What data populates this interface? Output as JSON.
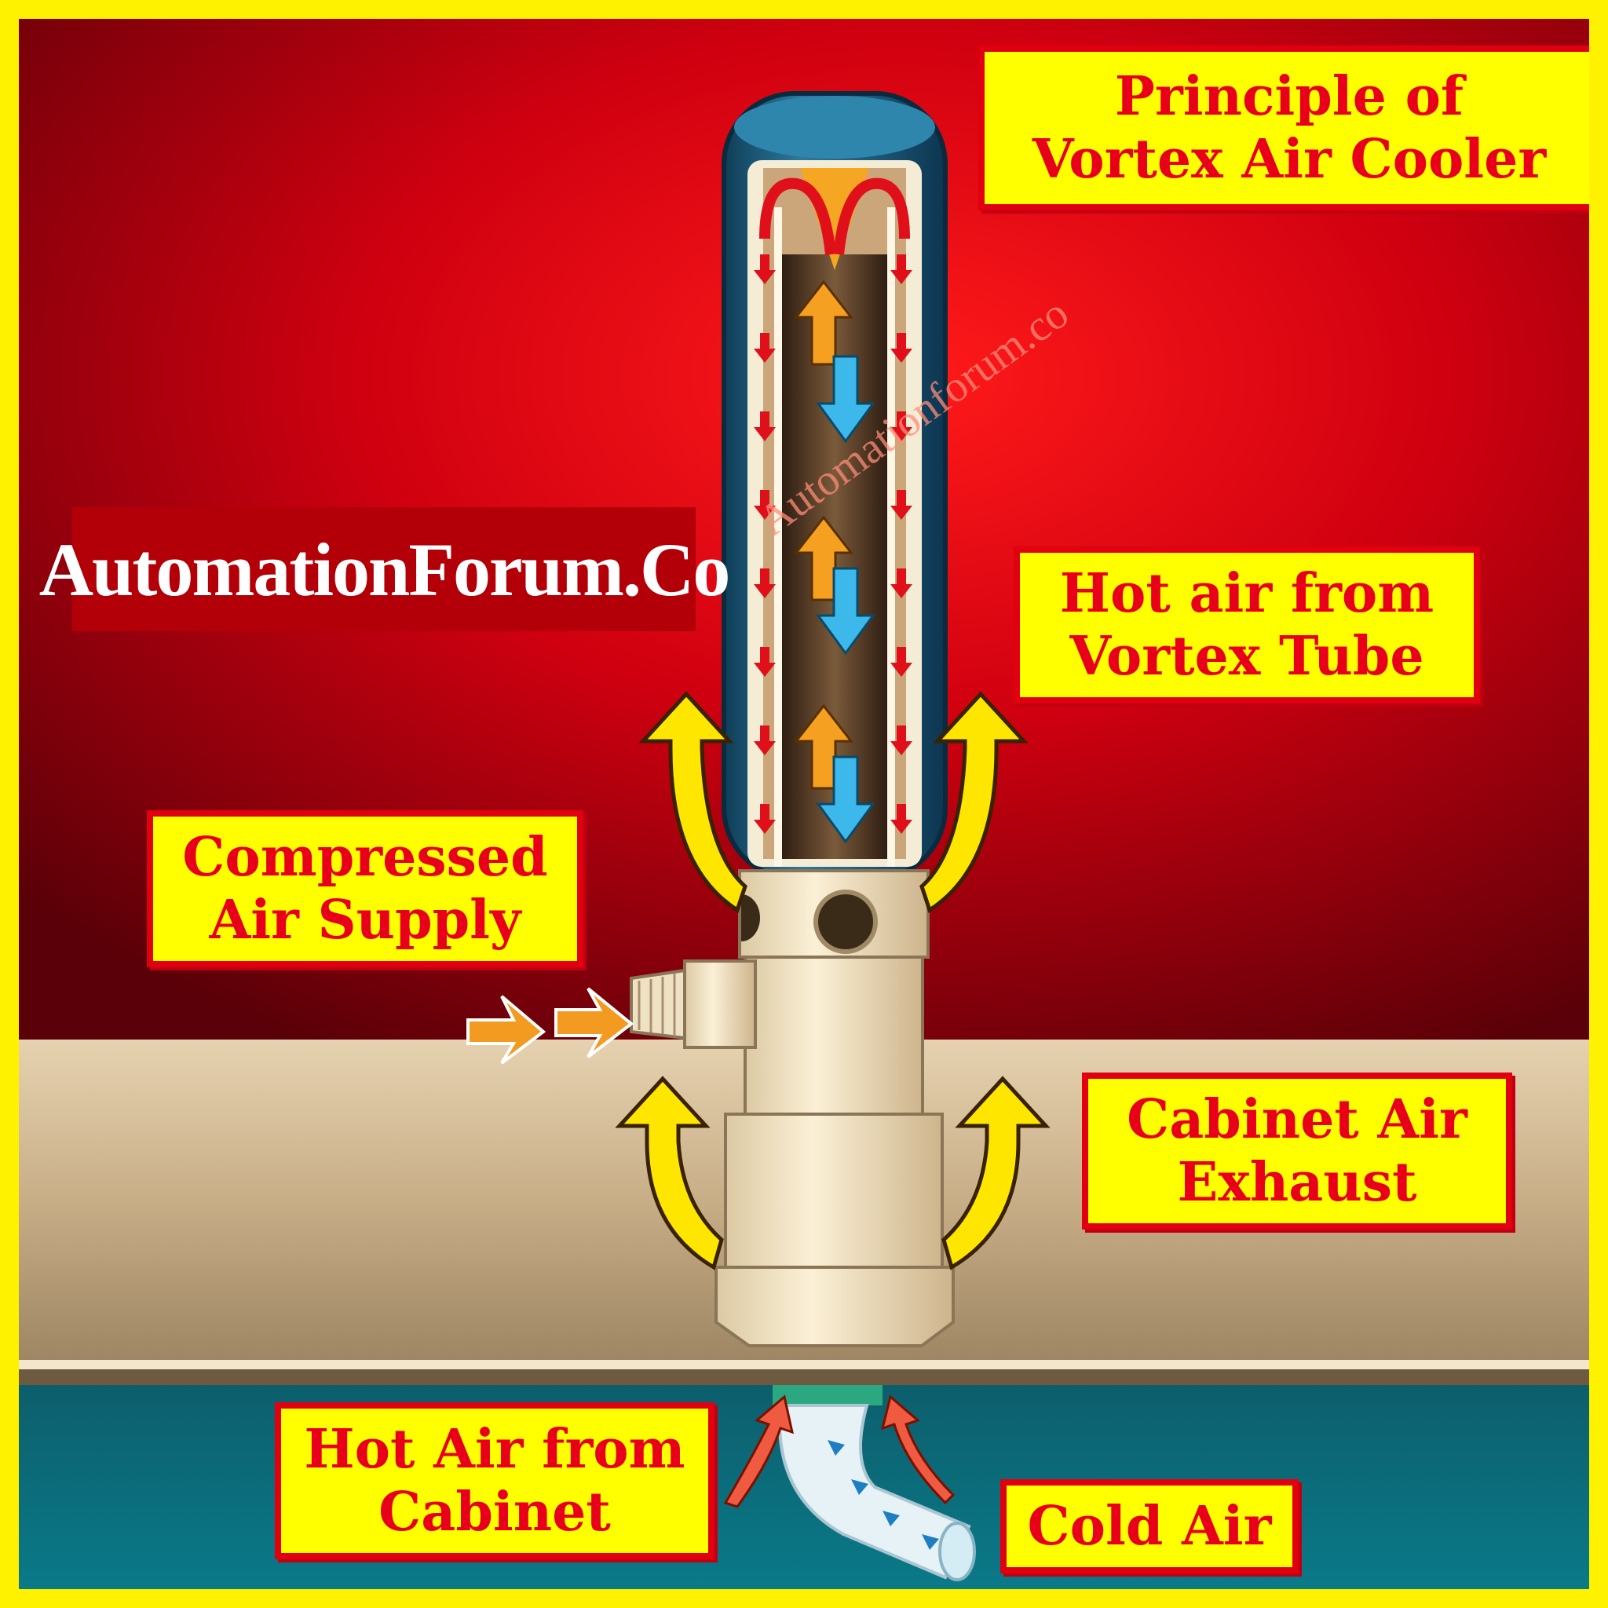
{
  "title": {
    "line1": "Principle of",
    "line2": "Vortex Air Cooler"
  },
  "brand": "AutomationForum.Co",
  "watermark": "Automationforum.co",
  "labels": {
    "hot_air_vortex": {
      "line1": "Hot air from",
      "line2": "Vortex Tube"
    },
    "compressed_air": {
      "line1": "Compressed",
      "line2": "Air Supply"
    },
    "cabinet_exhaust": {
      "line1": "Cabinet Air",
      "line2": "Exhaust"
    },
    "hot_air_cabinet": {
      "line1": "Hot Air from",
      "line2": "Cabinet"
    },
    "cold_air": {
      "line1": "Cold Air"
    }
  },
  "colors": {
    "frame": "#fff200",
    "label_fill": "#ffff00",
    "label_border": "#e00010",
    "label_text": "#e8001a",
    "background_red": "#c8000e",
    "tube_blue": "#1d5a7a",
    "cabinet_wall": "#c9b08a",
    "cabinet_interior": "#0f6878",
    "hot_flow": "#f29b20",
    "cold_flow": "#3bb6e8",
    "exhaust_arrow": "#ffe600"
  }
}
